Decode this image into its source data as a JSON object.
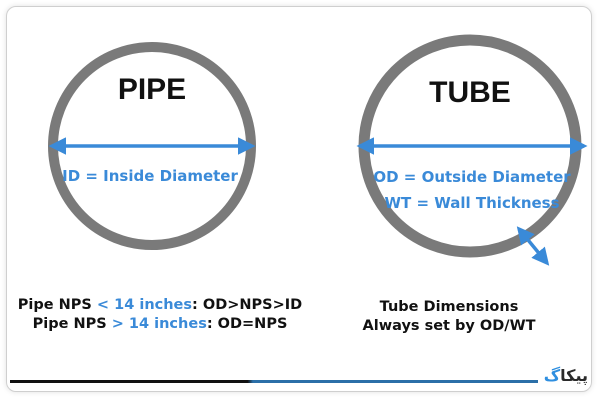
{
  "pipe": {
    "title": "PIPE",
    "measure_label": "ID = Inside Diameter",
    "caption_line1": {
      "prefix": "Pipe NPS ",
      "highlight": "< 14 inches",
      "suffix": ": OD>NPS>ID"
    },
    "caption_line2": {
      "prefix": "Pipe NPS ",
      "highlight": "> 14 inches",
      "suffix": ": OD=NPS"
    }
  },
  "tube": {
    "title": "TUBE",
    "measure_label_1": "OD = Outside Diameter",
    "measure_label_2": "WT = Wall Thickness",
    "caption_line1": "Tube Dimensions",
    "caption_line2": "Always set by OD/WT"
  },
  "footer": {
    "logo_main": "پیکا",
    "logo_accent": "گ"
  },
  "colors": {
    "ring": "#7a7a7a",
    "accent": "#3a8ad8",
    "text": "#111111"
  }
}
